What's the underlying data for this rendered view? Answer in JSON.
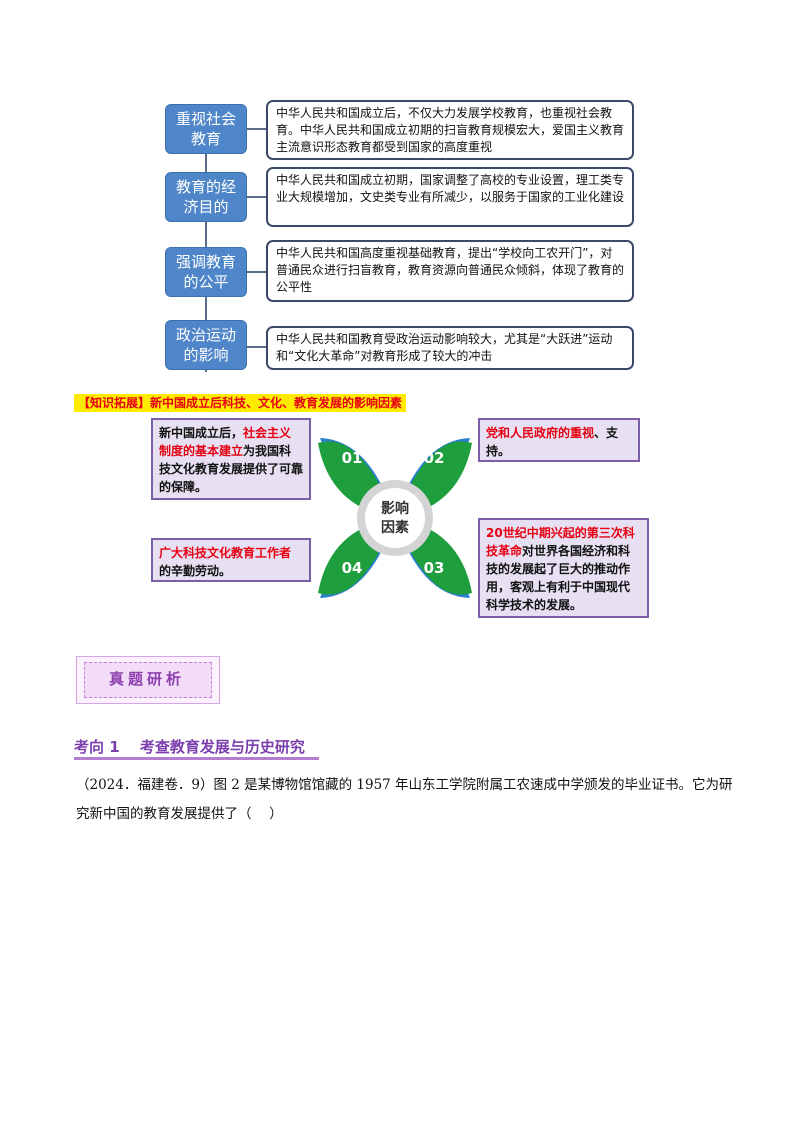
{
  "diagram": {
    "items": [
      {
        "label": "重视社会教育",
        "text": "中华人民共和国成立后，不仅大力发展学校教育，也重视社会教育。中华人民共和国成立初期的扫盲教育规模宏大，爱国主义教育主流意识形态教育都受到国家的高度重视"
      },
      {
        "label": "教育的经济目的",
        "text": "中华人民共和国成立初期，国家调整了高校的专业设置，理工类专业大规模增加，文史类专业有所减少，以服务于国家的工业化建设"
      },
      {
        "label": "强调教育的公平",
        "text": "中华人民共和国高度重视基础教育，提出“学校向工农开门”，对普通民众进行扫盲教育，教育资源向普通民众倾斜，体现了教育的公平性"
      },
      {
        "label": "政治运动的影响",
        "text": "中华人民共和国教育受政治运动影响较大，尤其是“大跃进”运动和“文化大革命”对教育形成了较大的冲击"
      }
    ]
  },
  "knowledge": {
    "title": "【知识拓展】新中国成立后科技、文化、教育发展的影响因素",
    "center": "影响因素",
    "numbers": [
      "01",
      "02",
      "03",
      "04"
    ],
    "card1": {
      "a": "新中国成立后，",
      "b": "社会主义制度的基本建立",
      "c": "为我国科技文化教育发展提供了可靠的保障。"
    },
    "card2": {
      "a": "党和人民政府的重视",
      "b": "、支持。"
    },
    "card3": {
      "a": "20世纪中期兴起的第三次科技革命",
      "b": "对世界各国经济和科技的发展起了巨大的推动作用，客观上有利于中国现代科学技术的发展。"
    },
    "card4": {
      "a": "广大科技文化教育工作者",
      "b": "的辛勤劳动。"
    },
    "colors": {
      "petal": "#1e9e3c",
      "petal_edge": "#3a78c9",
      "ring": "#d0d0d0"
    }
  },
  "section": {
    "badge": "真题研析",
    "heading": "考向 1　 考查教育发展与历史研究",
    "question": "（2024．福建卷．9）图 2 是某博物馆馆藏的 1957 年山东工学院附属工农速成中学颁发的毕业证书。它为研究新中国的教育发展提供了（　 ）"
  }
}
